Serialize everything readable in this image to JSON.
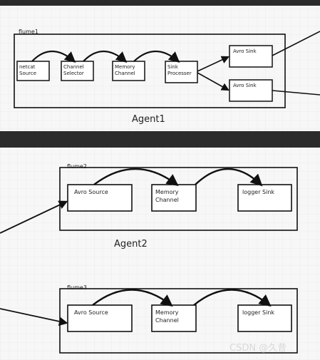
{
  "panel1": {
    "agent_title": "flume1",
    "agent_label": "Agent1",
    "nodes": [
      "netcat Source",
      "Channel Selector",
      "Memory Channel",
      "Sink Processer",
      "Avro Sink",
      "Avro Sink"
    ]
  },
  "panel2": {
    "agent_title": "flume2",
    "agent_label": "Agent2",
    "nodes": [
      "Avro Source",
      "Memory Channel",
      "logger Sink"
    ]
  },
  "panel3": {
    "agent_title": "flume3",
    "nodes": [
      "Avro Source",
      "Memory Channel",
      "logger Sink"
    ]
  },
  "watermark": "CSDN @久昔",
  "colors": {
    "background_dark": "#2b2b2b",
    "panel": "#f7f7f7",
    "grid": "#e6e6e6",
    "ink": "#111111"
  }
}
